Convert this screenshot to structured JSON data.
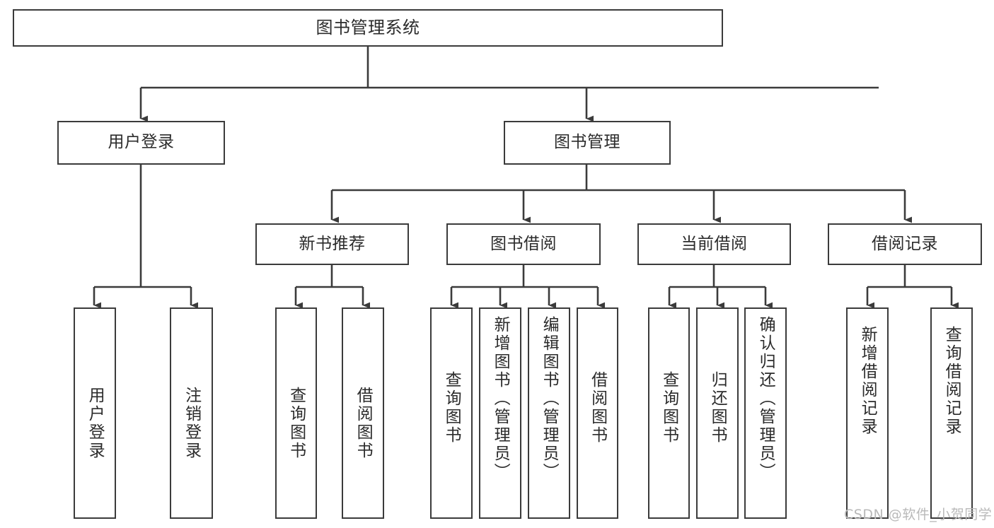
{
  "diagram": {
    "title": "图书管理系统",
    "type": "tree-hierarchy-chart",
    "stroke_color": "#3b3b3b",
    "background_color": "#ffffff",
    "text_color": "#2b2b2b"
  },
  "nodes": {
    "root": {
      "label": "图书管理系统"
    },
    "level2": [
      {
        "label": "用户登录"
      },
      {
        "label": "图书管理"
      }
    ],
    "level3": [
      {
        "label": "新书推荐"
      },
      {
        "label": "图书借阅"
      },
      {
        "label": "当前借阅"
      },
      {
        "label": "借阅记录"
      }
    ],
    "leaves_user_login": [
      {
        "label": "用户登录"
      },
      {
        "label": "注销登录"
      }
    ],
    "leaves_new_book": [
      {
        "label": "查询图书"
      },
      {
        "label": "借阅图书"
      }
    ],
    "leaves_borrow": [
      {
        "label": "查询图书"
      },
      {
        "label": "新增图书（管理员）"
      },
      {
        "label": "编辑图书（管理员）"
      },
      {
        "label": "借阅图书"
      }
    ],
    "leaves_current": [
      {
        "label": "查询图书"
      },
      {
        "label": "归还图书"
      },
      {
        "label": "确认归还（管理员）"
      }
    ],
    "leaves_record": [
      {
        "label": "新增借阅记录"
      },
      {
        "label": "查询借阅记录"
      }
    ]
  },
  "watermark": {
    "text": "CSDN @软件_小贺同学"
  }
}
